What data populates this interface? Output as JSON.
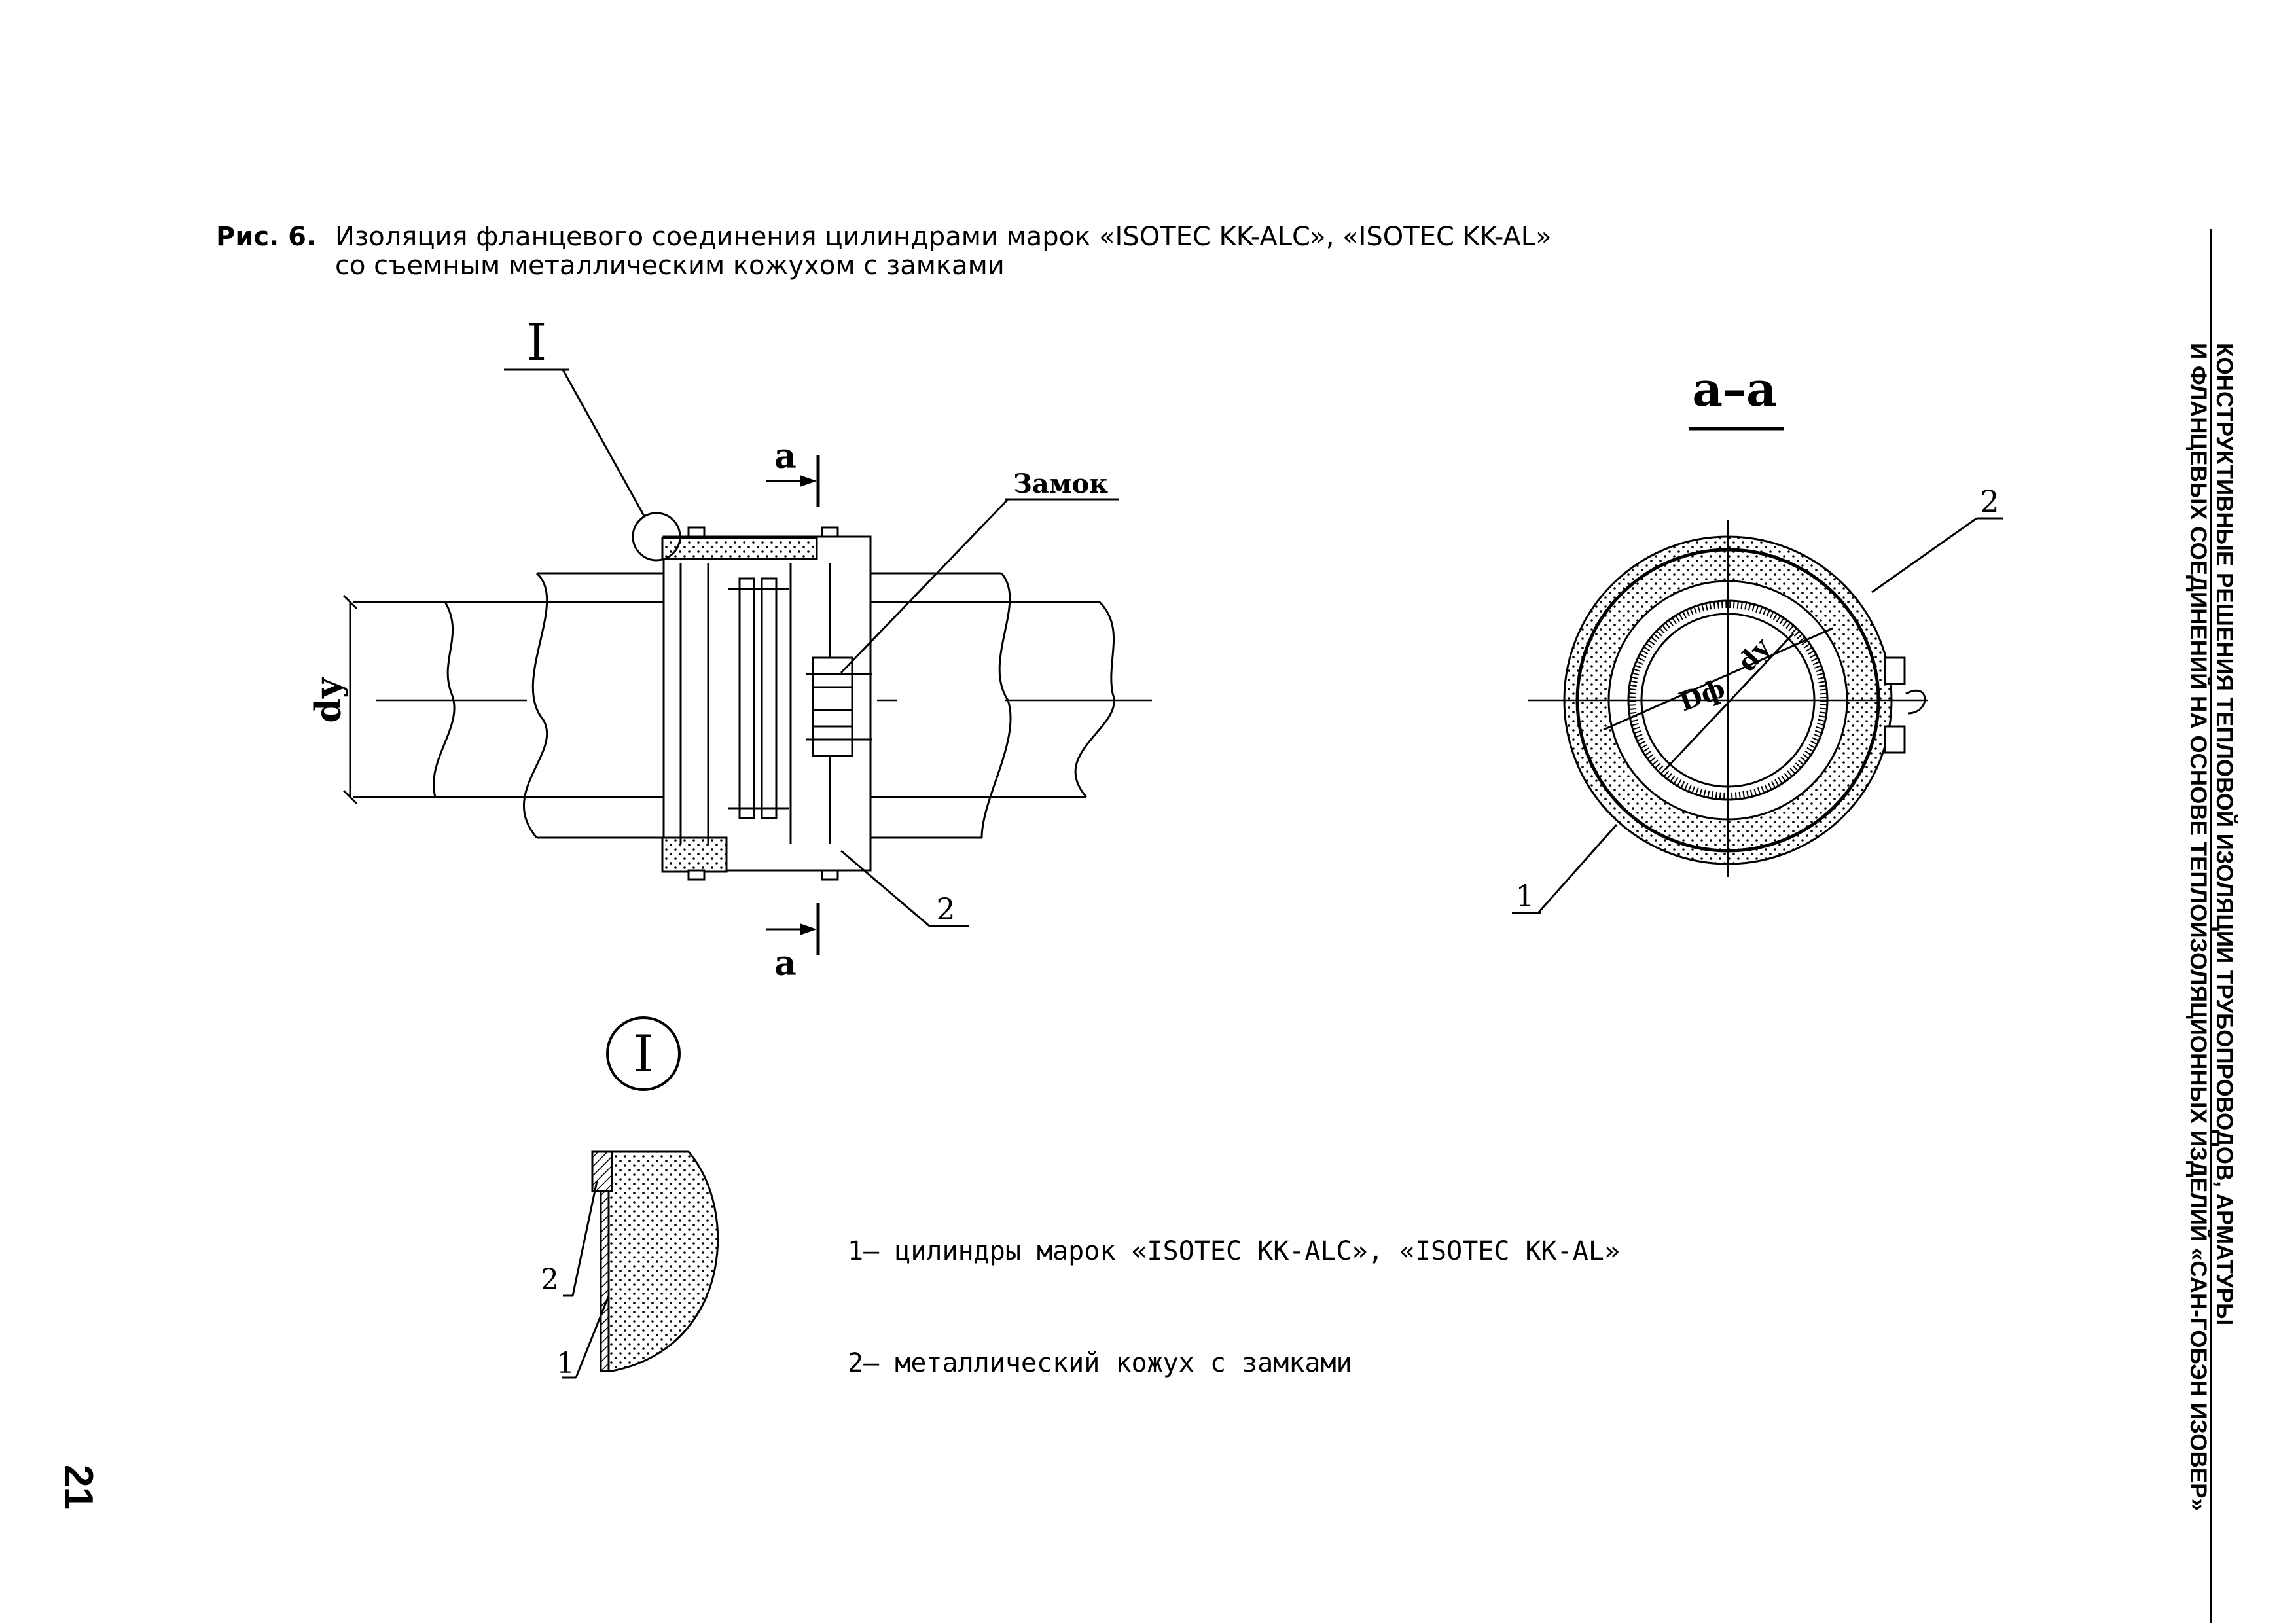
{
  "caption": {
    "label": "Рис. 6.",
    "line1": "Изоляция фланцевого соединения цилиндрами марок «ISOTEC KK-ALC», «ISOTEC KK-AL»",
    "line2": "со съемным металлическим кожухом с замками"
  },
  "side_title": {
    "line1": "КОНСТРУКТИВНЫЕ РЕШЕНИЯ ТЕПЛОВОЙ ИЗОЛЯЦИИ ТРУБОПРОВОДОВ, АРМАТУРЫ",
    "line2": "И ФЛАНЦЕВЫХ СОЕДИНЕНИЙ НА ОСНОВЕ ТЕПЛОИЗОЛЯЦИОННЫХ ИЗДЕЛИЙ «САН-ГОБЭН ИЗОВЕР»"
  },
  "page_number": "21",
  "drawing": {
    "detail_mark": "I",
    "section_mark_top": "a",
    "section_mark_bottom": "a",
    "lock_label": "Замок",
    "diameter_label": "dy",
    "section_title": "a–a",
    "section_callout_1": "1",
    "section_callout_2": "2",
    "main_callout_2": "2",
    "section_dy": "dy",
    "section_df": "Dф",
    "detail_title": "I",
    "detail_callout_1": "1",
    "detail_callout_2": "2"
  },
  "legend": [
    "1– цилиндры марок «ISOTEC KK-ALC», «ISOTEC KK-AL»",
    "2– металлический кожух с замками"
  ]
}
